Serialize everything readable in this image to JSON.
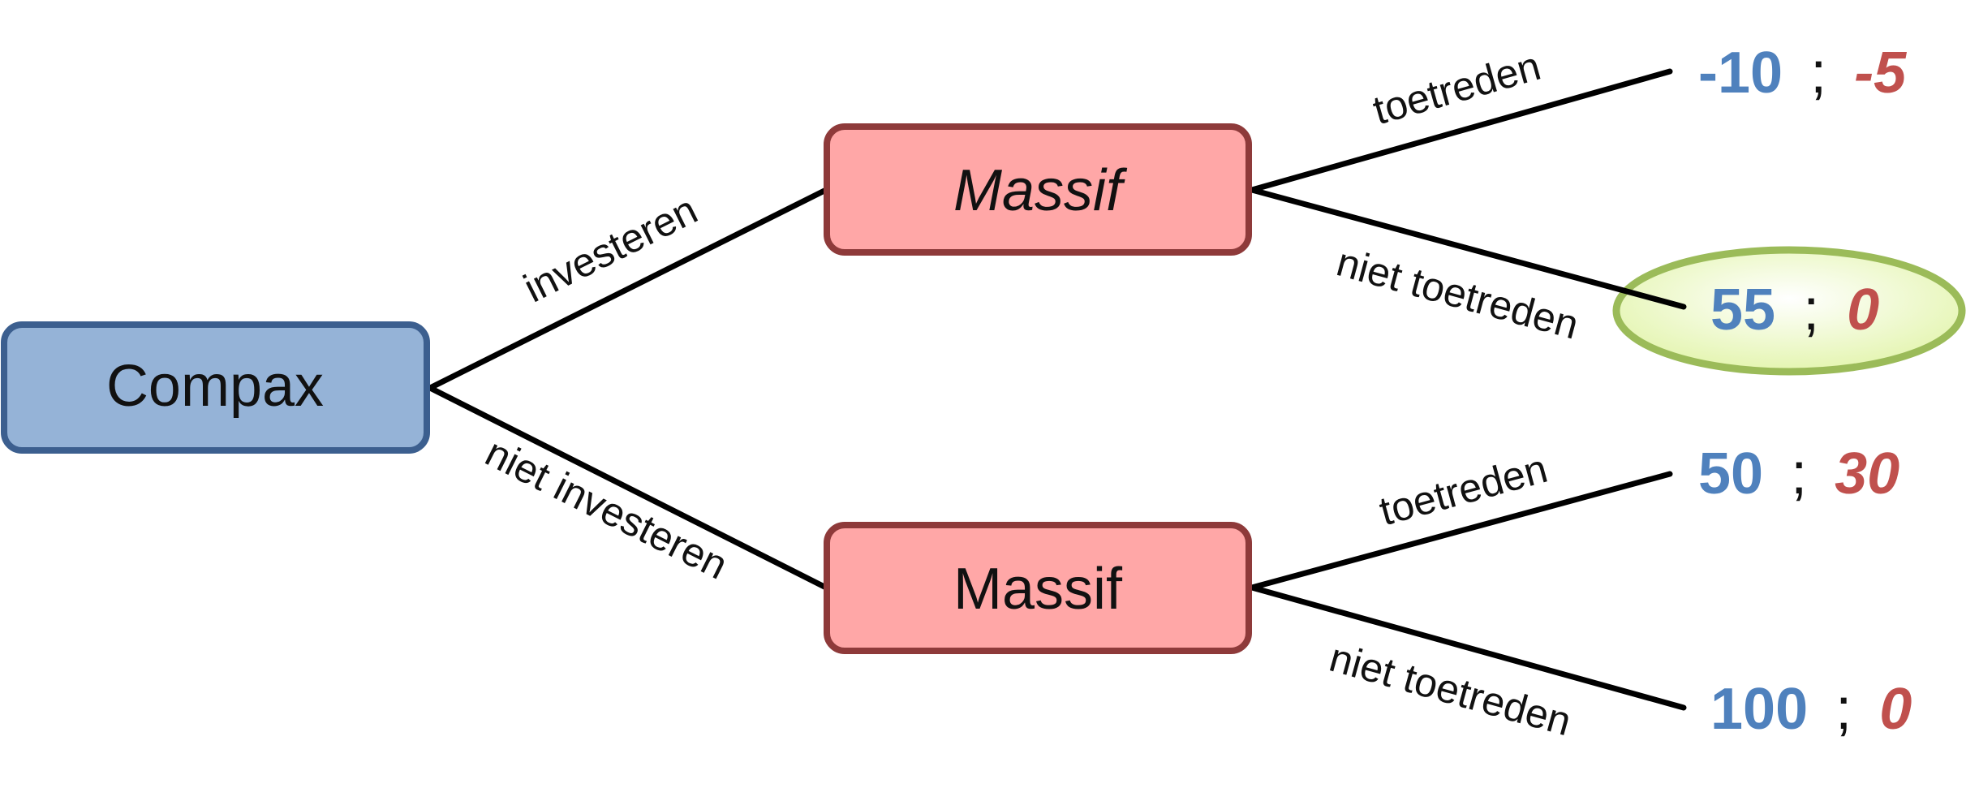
{
  "nodes": {
    "root": {
      "label": "Compax",
      "fill": "#95b3d7",
      "stroke": "#3c5f8f"
    },
    "upper": {
      "label": "Massif",
      "fill": "#ffa7a7",
      "stroke": "#8e3a3a"
    },
    "lower": {
      "label": "Massif",
      "fill": "#ffa7a7",
      "stroke": "#8e3a3a"
    }
  },
  "edges": {
    "root_upper": "investeren",
    "root_lower": "niet investeren",
    "upper_1": "toetreden",
    "upper_2": "niet toetreden",
    "lower_1": "toetreden",
    "lower_2": "niet toetreden"
  },
  "payoffs": [
    {
      "compax": "-10",
      "sep": ";",
      "massif": "-5"
    },
    {
      "compax": "55",
      "sep": ";",
      "massif": "0",
      "highlighted": true
    },
    {
      "compax": "50",
      "sep": ";",
      "massif": "30"
    },
    {
      "compax": "100",
      "sep": ";",
      "massif": "0"
    }
  ],
  "colors": {
    "compax_payoff": "#4f81bd",
    "massif_payoff": "#c0504d",
    "highlight_fill": "#eef9c8",
    "highlight_stroke": "#9bbb59",
    "line": "#000000"
  }
}
